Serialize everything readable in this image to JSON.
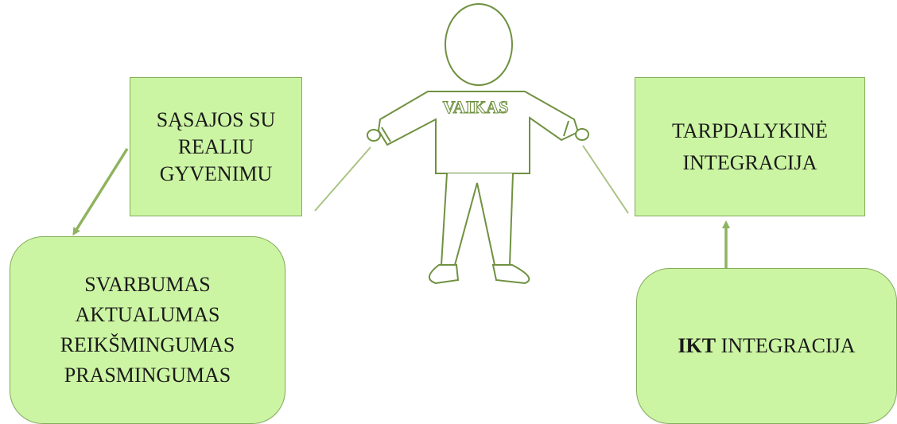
{
  "center": {
    "label": "VAIKAS"
  },
  "boxes": {
    "top_left": {
      "lines": [
        "SĄSAJOS SU",
        "REALIU",
        "GYVENIMU"
      ]
    },
    "top_right": {
      "lines": [
        "TARPDALYKINĖ",
        "INTEGRACIJA"
      ]
    },
    "bottom_left": {
      "lines": [
        "SVARBUMAS",
        "AKTUALUMAS",
        "REIKŠMINGUMAS",
        "PRASMINGUMAS"
      ]
    },
    "bottom_right": {
      "bold": "IKT",
      "rest": " INTEGRACIJA"
    }
  },
  "colors": {
    "box_fill": "#ccf5a3",
    "box_border": "#84ad5b",
    "figure_stroke": "#6f9140",
    "connector": "#a9c483",
    "arrow": "#8fb35f"
  }
}
